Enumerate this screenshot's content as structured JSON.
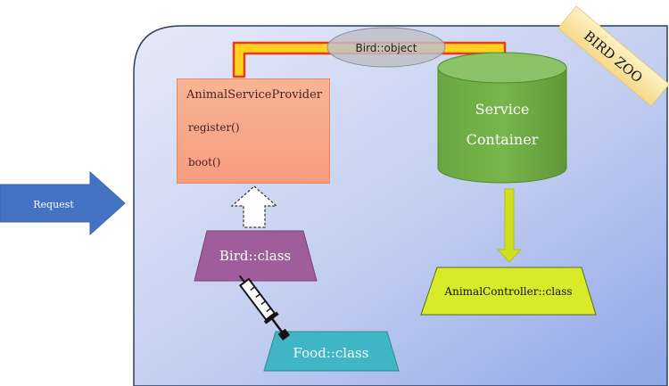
{
  "request": {
    "label": "Request"
  },
  "provider": {
    "title": "AnimalServiceProvider",
    "method1": "register()",
    "method2": "boot()"
  },
  "bird_object": {
    "label": "Bird::object"
  },
  "container": {
    "line1": "Service",
    "line2": "Container"
  },
  "bird_class": {
    "label": "Bird::class"
  },
  "food_class": {
    "label": "Food::class"
  },
  "controller": {
    "label": "AnimalController::class"
  },
  "banner": {
    "label": "BIRD ZOO"
  },
  "colors": {
    "zone_fill_top": "#dfe5f7",
    "zone_fill_bottom": "#94acea",
    "zone_stroke": "#2e3d62",
    "request_arrow": "#4472c4",
    "provider_fill": "#f7a888",
    "container_fill": "#71ad47",
    "bird_class_fill": "#a05d9c",
    "food_class_fill": "#3fb5c6",
    "controller_fill": "#d9ea2a",
    "down_arrow": "#d0e01f",
    "flow_arrow_fill": "#ffd21f",
    "flow_arrow_stroke": "#ef3a1a",
    "banner_fill": "#fbe8a8"
  }
}
